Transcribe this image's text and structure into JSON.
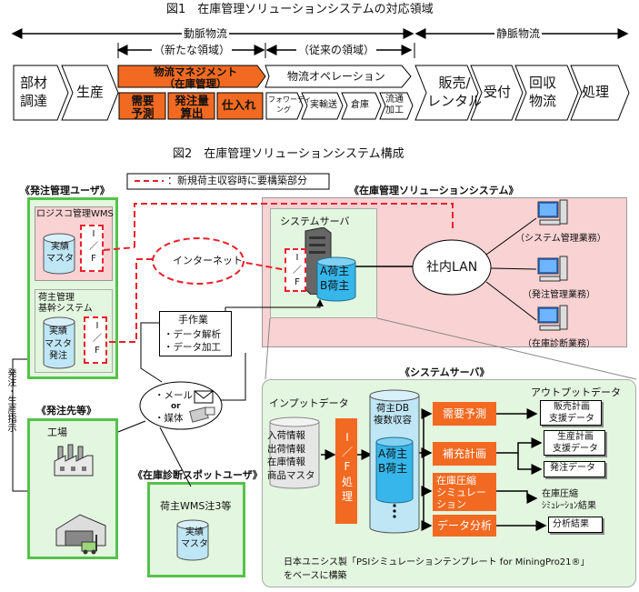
{
  "fig1": {
    "title": "図1　在庫管理ソリューションシステムの対応領域",
    "arterial": "動脈物流",
    "venous": "静脈物流",
    "new_area": "（新たな領域）",
    "old_area": "（従来の領域）",
    "steps": [
      "部材調達",
      "生産",
      "販売/レンタル",
      "受付",
      "回収物流",
      "処理"
    ],
    "steps_display": [
      [
        "部材",
        "調達"
      ],
      [
        "生産"
      ],
      [
        "販売/",
        "レンタル"
      ],
      [
        "受付"
      ],
      [
        "回収",
        "物流"
      ],
      [
        "処理"
      ]
    ],
    "mgmt_title": "物流マネジメント",
    "mgmt_sub": "（在庫管理）",
    "ops_title": "物流オペレーション",
    "mgmt_items": [
      [
        "需要",
        "予測"
      ],
      [
        "発注量",
        "算出"
      ],
      [
        "仕入れ"
      ]
    ],
    "ops_items": [
      [
        "フォワーディ",
        "ング"
      ],
      [
        "実輸送"
      ],
      [
        "倉庫"
      ],
      [
        "流通",
        "加工"
      ]
    ]
  },
  "fig2": {
    "title": "図2　在庫管理ソリューションシステム構成",
    "legend": "：新規荷主収容時に要構築部分",
    "order_user": "《発注管理ユーザ》",
    "logistics_wms": "ロジスコ管理WMS",
    "actual_master": [
      "実績",
      "マスタ"
    ],
    "if_label": [
      "I",
      "／",
      "F"
    ],
    "shipper_mgmt": [
      "荷主管理",
      "基幹システム"
    ],
    "shipper_db": [
      "実績",
      "マスタ",
      "発注"
    ],
    "internet": "インターネット",
    "manual": "手作業",
    "manual_items": [
      "・データ解析",
      "・データ加工"
    ],
    "mail": "・メール",
    "or": "or",
    "media": "・媒体",
    "order_side_text": "発注・生産指示",
    "supplier": "《発注先等》",
    "factory": "工場",
    "spot_user": "《在庫診断スポットユーザ》",
    "shipper_wms": "荷主WMS注3等",
    "solution_system": "《在庫管理ソリューションシステム》",
    "system_server": "システムサーバ",
    "server_db": [
      "A荷主",
      "B荷主"
    ],
    "lan": "社内LAN",
    "clients": [
      "（システム管理業務）",
      "（発注管理業務）",
      "（在庫診断業務）"
    ],
    "server_section": "《システムサーバ》",
    "input_data": "インプットデータ",
    "input_items": [
      "入荷情報",
      "出荷情報",
      "在庫情報",
      "商品マスタ"
    ],
    "if_process": [
      "I",
      "／",
      "F",
      "処",
      "理"
    ],
    "db_title": [
      "荷主DB",
      "複数収容"
    ],
    "db_items": [
      "A荷主",
      "B荷主"
    ],
    "processes": [
      "需要予測",
      "補充計画",
      "在庫圧縮シミュレーション",
      "データ分析"
    ],
    "process_display": [
      [
        "需要予測"
      ],
      [
        "補充計画"
      ],
      [
        "在庫圧縮",
        "シミュレー",
        "ション"
      ],
      [
        "データ分析"
      ]
    ],
    "output_data": "アウトプットデータ",
    "outputs": [
      [
        "販売計画",
        "支援データ"
      ],
      [
        "生産計画",
        "支援データ"
      ],
      [
        "発注データ"
      ],
      [
        "在庫圧縮",
        "ｼﾐｭﾚｰｼｮﾝ結果"
      ],
      [
        "分析結果"
      ]
    ],
    "footnote": [
      "日本ユニシス製「PSIシミュレーションテンプレート for MiningPro21®」",
      "をベースに構築"
    ]
  },
  "colors": {
    "orange": "#f26a21",
    "pink_bg": "#f9d2d3",
    "green_bg": "#e3f6df",
    "green_dark": "#55c24a",
    "red_dash": "#e8202a",
    "db_blue": "#36b6ea",
    "lightblue": "#bfe6f5"
  }
}
